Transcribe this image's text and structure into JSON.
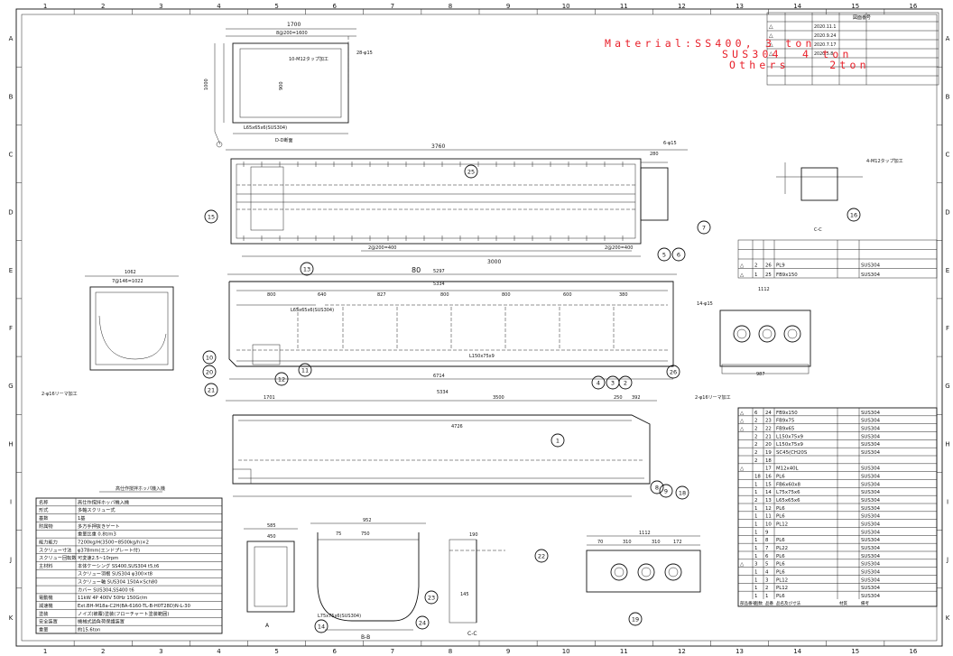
{
  "border": {
    "columns": [
      "1",
      "2",
      "3",
      "4",
      "5",
      "6",
      "7",
      "8",
      "9",
      "10",
      "11",
      "12",
      "13",
      "14",
      "15",
      "16"
    ],
    "rows": [
      "A",
      "B",
      "C",
      "D",
      "E",
      "F",
      "G",
      "H",
      "I",
      "J",
      "K"
    ]
  },
  "material_note": {
    "line1": "Material:SS400, 3 ton",
    "line2": "SUS304  4 ton",
    "line3": "Others    2ton"
  },
  "views": {
    "top_left": {
      "label": "D-D断面",
      "dims": [
        "1700",
        "8@200=1600",
        "28-φ15",
        "10-M12タップ加工",
        "L65x65x6(SUS304)",
        "1000",
        "900"
      ]
    },
    "plan": {
      "label": "",
      "dims": [
        "3760",
        "3000",
        "6-φ15",
        "2@200=400",
        "2@200=400",
        "280"
      ]
    },
    "elevation": {
      "label": "",
      "dims": [
        "5297",
        "5334",
        "6714",
        "80",
        "800",
        "640",
        "827",
        "800",
        "800",
        "600",
        "380",
        "L65x65x6(SUS304)",
        "L150x75x9"
      ]
    },
    "section_left": {
      "label": "",
      "dims": [
        "1062",
        "7@146=1022",
        "2-φ16リーマ加工"
      ]
    },
    "section_right": {
      "label": "",
      "dims": [
        "14-φ15",
        "1112",
        "987",
        "2-φ16リーマ加工"
      ]
    },
    "lower_long": {
      "label": "",
      "dims": [
        "1701",
        "5334",
        "3500",
        "4726",
        "250",
        "392"
      ]
    },
    "section_bb": {
      "label": "B-B",
      "dims": [
        "952",
        "750",
        "75",
        "L75x75x6(SUS304)"
      ]
    },
    "section_cc": {
      "label": "C-C",
      "dims": [
        "190",
        "145"
      ]
    },
    "section_ee": {
      "label": "",
      "dims": [
        "1112",
        "310",
        "310",
        "172",
        "70"
      ]
    },
    "section_aa": {
      "label": "A",
      "dims": [
        "585",
        "450"
      ]
    },
    "detail": {
      "label": "C-C",
      "dims": [
        "4-M12タップ加工"
      ]
    }
  },
  "balloons": [
    "1",
    "2",
    "3",
    "4",
    "5",
    "6",
    "7",
    "8",
    "9",
    "10",
    "11",
    "12",
    "13",
    "14",
    "15",
    "16",
    "18",
    "19",
    "20",
    "21",
    "22",
    "23",
    "24",
    "25",
    "26"
  ],
  "spec_table": {
    "title": "高仕作撹拌ホッパ機入機",
    "rows": [
      [
        "名称",
        "高仕作撹拌ホッパ機入機"
      ],
      [
        "形式",
        "多軸スクリュー式"
      ],
      [
        "基数",
        "1基"
      ],
      [
        "附属物",
        "多方手押抜きゲート"
      ],
      [
        "",
        "重量比重  0.8t/m3"
      ],
      [
        "能力能力",
        "7200kg/H(3500~8500kg/h)×2"
      ],
      [
        "スクリュー寸法",
        "φ378mm(エンドプレート付)"
      ],
      [
        "スクリュー回転数",
        "可変速2.5~10rpm"
      ],
      [
        "主材料",
        "本体ケーシング  SS400,SUS304 t5,t6"
      ],
      [
        "",
        "スクリュー羽根  SUS304 φ300×t8"
      ],
      [
        "",
        "スクリュー軸    SUS304 150A×Sch80"
      ],
      [
        "",
        "カバー          SUS304,SS400 t6"
      ],
      [
        "電動機",
        "11kW 4P 400V 50Hz 150Gr/m"
      ],
      [
        "減速機",
        "Ext.BH-M18a-C2H(BA-6160-TL-B-H0T28D)N-L-30"
      ],
      [
        "塗装",
        "ノイズ(被覆)塗装(フローチャート塗装範囲)"
      ],
      [
        "安全装置",
        "機械式過負荷保護装置"
      ],
      [
        "重量",
        "約15.6ton"
      ]
    ]
  },
  "parts_list_top": [
    [
      "△",
      "2",
      "26",
      "PL9",
      "",
      "SUS304"
    ],
    [
      "△",
      "1",
      "25",
      "FB9x150",
      "",
      "SUS304"
    ]
  ],
  "parts_list_main": [
    [
      "△",
      "6",
      "24",
      "FB9x150",
      "",
      "SUS304"
    ],
    [
      "△",
      "2",
      "23",
      "FB9x75",
      "",
      "SUS304"
    ],
    [
      "△",
      "2",
      "22",
      "FB9x65",
      "",
      "SUS304"
    ],
    [
      "",
      "2",
      "21",
      "L150x75x9",
      "",
      "SUS304"
    ],
    [
      "",
      "2",
      "20",
      "L150x75x9",
      "",
      "SUS304"
    ],
    [
      "",
      "2",
      "19",
      "SC45(CH20S",
      "",
      "SUS304"
    ],
    [
      "",
      "2",
      "18",
      "",
      "",
      ""
    ],
    [
      "△",
      "",
      "17",
      "M12x40L",
      "",
      "SUS304"
    ],
    [
      "",
      "18",
      "16",
      "PL6",
      "",
      "SUS304"
    ],
    [
      "",
      "1",
      "15",
      "FB6x60x8",
      "",
      "SUS304"
    ],
    [
      "",
      "1",
      "14",
      "L75x75x6",
      "",
      "SUS304"
    ],
    [
      "",
      "2",
      "13",
      "L65x65x6",
      "",
      "SUS304"
    ],
    [
      "",
      "1",
      "12",
      "PL6",
      "",
      "SUS304"
    ],
    [
      "",
      "1",
      "11",
      "PL6",
      "",
      "SUS304"
    ],
    [
      "",
      "1",
      "10",
      "PL12",
      "",
      "SUS304"
    ],
    [
      "",
      "1",
      "9",
      "",
      "",
      "SUS304"
    ],
    [
      "",
      "1",
      "8",
      "PL6",
      "",
      "SUS304"
    ],
    [
      "",
      "1",
      "7",
      "PL22",
      "",
      "SUS304"
    ],
    [
      "",
      "1",
      "6",
      "PL6",
      "",
      "SUS304"
    ],
    [
      "△",
      "3",
      "5",
      "PL6",
      "",
      "SUS304"
    ],
    [
      "",
      "1",
      "4",
      "PL6",
      "",
      "SUS304"
    ],
    [
      "",
      "1",
      "3",
      "PL12",
      "",
      "SUS304"
    ],
    [
      "",
      "1",
      "2",
      "PL12",
      "",
      "SUS304"
    ],
    [
      "",
      "1",
      "1",
      "PL6",
      "",
      "SUS304"
    ]
  ],
  "parts_footer": [
    "部品番号",
    "個数",
    "品番",
    "品名及び寸法",
    "材質",
    "備考"
  ],
  "revision_block": {
    "title": "図面番号",
    "rows": [
      "2020.11.1",
      "2020.9.24",
      "2020.7.17",
      "2020.5.8"
    ]
  }
}
